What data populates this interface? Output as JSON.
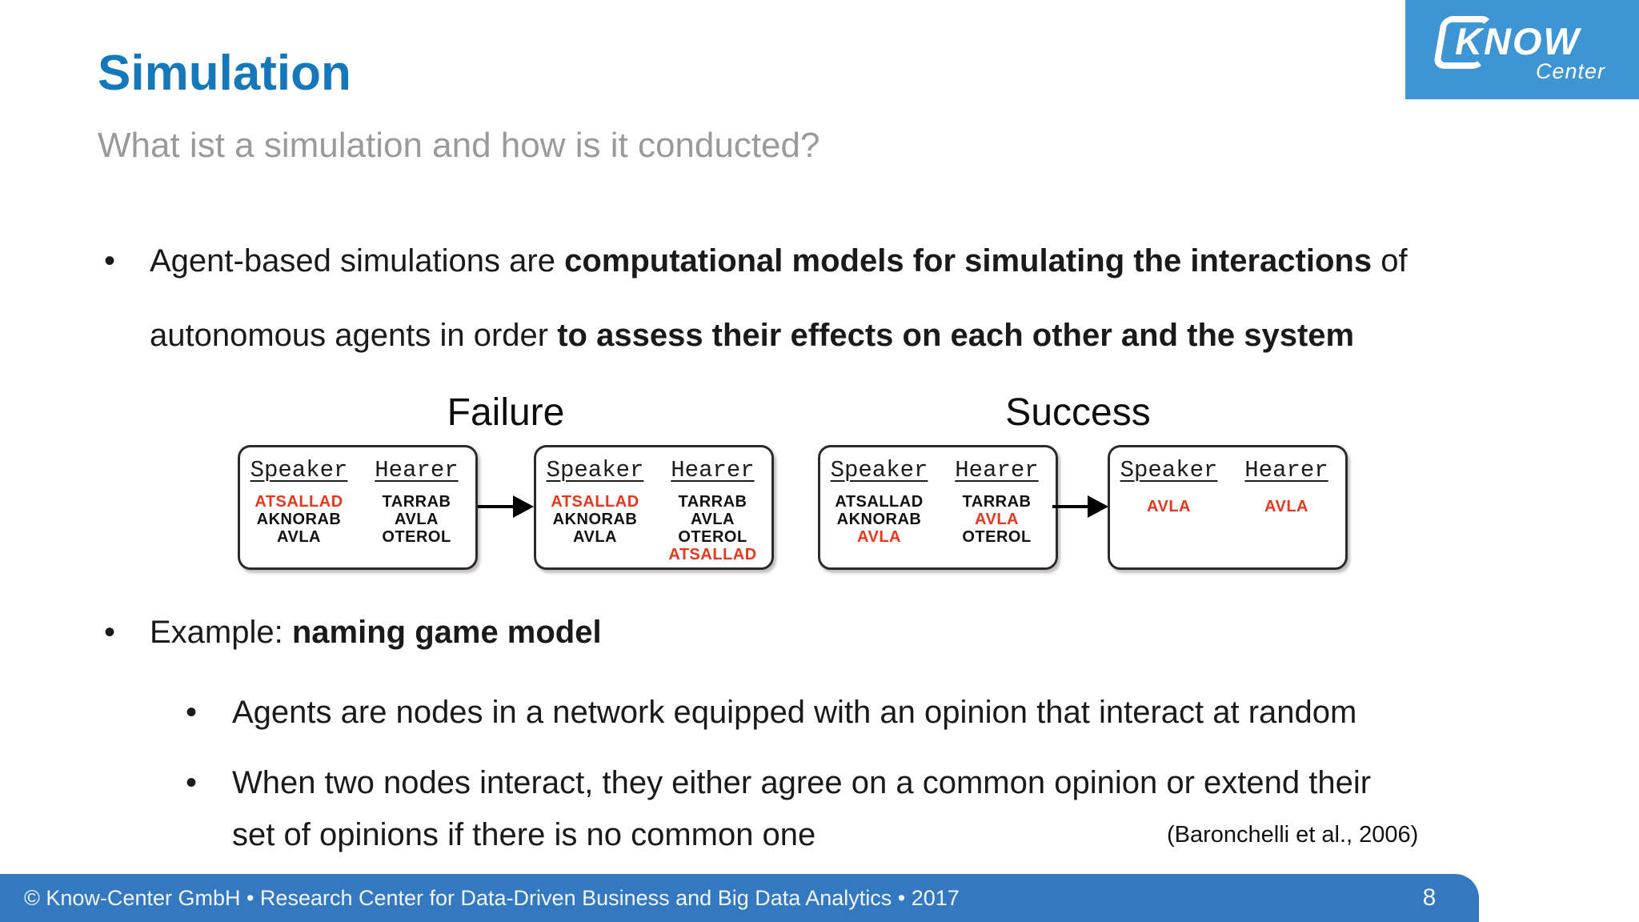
{
  "slide": {
    "title": "Simulation",
    "subtitle": "What ist a simulation and how is it conducted?"
  },
  "logo": {
    "brand": "KNOW",
    "subbrand": "Center",
    "bg_color": "#3d95d3"
  },
  "colors": {
    "title_blue": "#1478bb",
    "subtitle_gray": "#9a9a9a",
    "highlight_red": "#e8371f",
    "footer_blue": "#3478c2"
  },
  "glyphs": {
    "bullet": "•"
  },
  "bullets": {
    "b1": {
      "s1": "Agent-based simulations are ",
      "s2": "computational models for simulating the interactions",
      "s3": " of autonomous agents in order ",
      "s4": "to assess their effects on each other and the system"
    },
    "b2": {
      "s1": "Example: ",
      "s2": "naming game model"
    },
    "sub1": "Agents are nodes in a network equipped with an opinion that interact at random",
    "sub2": "When two nodes interact, they either agree on a common opinion or extend their set of opinions if there is no common one"
  },
  "citation": "(Baronchelli et al., 2006)",
  "diagram": {
    "failure_label": "Failure",
    "success_label": "Success",
    "speaker_header": "Speaker",
    "hearer_header": "Hearer",
    "boxes": [
      {
        "speaker": [
          "ATSALLAD",
          "AKNORAB",
          "AVLA"
        ],
        "speaker_red": [
          0
        ],
        "hearer": [
          "TARRAB",
          "AVLA",
          "OTEROL"
        ],
        "hearer_red": []
      },
      {
        "speaker": [
          "ATSALLAD",
          "AKNORAB",
          "AVLA"
        ],
        "speaker_red": [
          0
        ],
        "hearer": [
          "TARRAB",
          "AVLA",
          "OTEROL",
          "ATSALLAD"
        ],
        "hearer_red": [
          3
        ]
      },
      {
        "speaker": [
          "ATSALLAD",
          "AKNORAB",
          "AVLA"
        ],
        "speaker_red": [
          2
        ],
        "hearer": [
          "TARRAB",
          "AVLA",
          "OTEROL"
        ],
        "hearer_red": [
          1
        ]
      },
      {
        "speaker": [
          "AVLA"
        ],
        "speaker_red": [
          0
        ],
        "hearer": [
          "AVLA"
        ],
        "hearer_red": [
          0
        ]
      }
    ]
  },
  "footer": {
    "text": "© Know-Center GmbH • Research Center for Data-Driven Business and Big Data Analytics • 2017",
    "page_number": "8"
  }
}
